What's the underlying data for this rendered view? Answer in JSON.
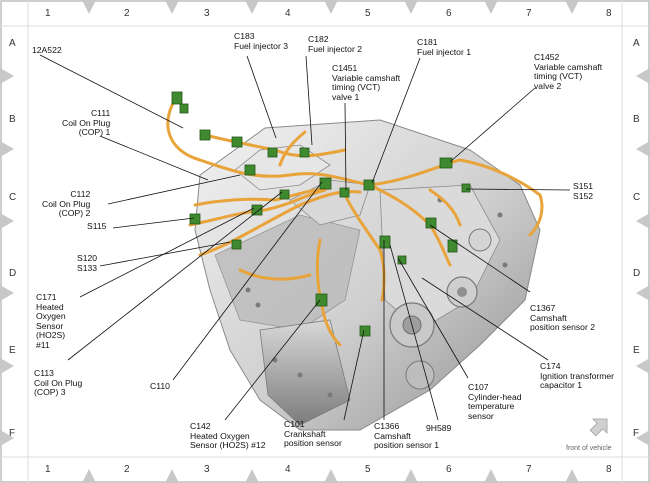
{
  "grid": {
    "columns": [
      "1",
      "2",
      "3",
      "4",
      "5",
      "6",
      "7",
      "8"
    ],
    "rows": [
      "A",
      "B",
      "C",
      "D",
      "E",
      "F"
    ]
  },
  "labels": {
    "c183": "C183\nFuel injector 3",
    "c182": "C182\nFuel injector 2",
    "c181": "C181\nFuel injector 1",
    "c1451": "C1451\nVariable camshaft\ntiming (VCT)\nvalve 1",
    "c1452": "C1452\nVariable camshaft\ntiming (VCT)\nvalve 2",
    "p12a522": "12A522",
    "c111": "C111\nCoil On Plug\n(COP) 1",
    "c112": "C112\nCoil On Plug\n(COP) 2",
    "s115": "S115",
    "s120": "S120\nS133",
    "c171": "C171\nHeated\nOxygen\nSensor\n(HO2S)\n#11",
    "c113": "C113\nCoil On Plug\n(COP) 3",
    "c110": "C110",
    "c142": "C142\nHeated Oxygen\nSensor (HO2S) #12",
    "c101": "C101\nCrankshaft\nposition sensor",
    "c1366": "C1366\nCamshaft\nposition sensor 1",
    "h9h589": "9H589",
    "c107": "C107\nCylinder-head\ntemperature\nsensor",
    "c174": "C174\nIgnition transformer\ncapacitor 1",
    "c1367": "C1367\nCamshaft\nposition sensor 2",
    "s151": "S151\nS152"
  },
  "front_of_vehicle": "front of vehicle",
  "colors": {
    "harness": "#e8a33a",
    "connector": "#3f8a2e",
    "engine_light": "#e4e4e4",
    "engine_dark": "#9a9a9a",
    "frame_diamond": "#c8c8c8"
  }
}
